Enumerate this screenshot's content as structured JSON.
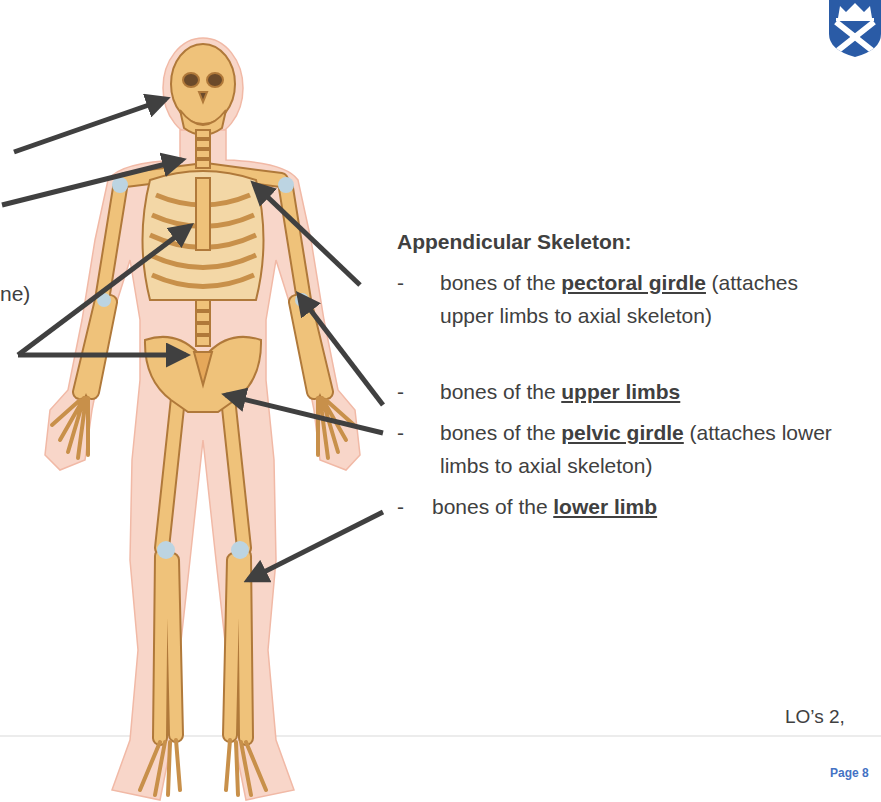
{
  "diagram": {
    "title": "Appendicular Skeleton:",
    "labels": [
      "ne)",
      "-",
      "bones of the",
      "pectoral girdle",
      "(attaches upper limbs to axial skeleton)",
      "-",
      "bones of the",
      "upper limbs",
      "-",
      "bones of the",
      "pelvic girdle",
      "(attaches lower limbs to axial skeleton)",
      "-",
      "bones of the",
      "lower limb",
      "LO’s 2,",
      "Page 8"
    ]
  }
}
